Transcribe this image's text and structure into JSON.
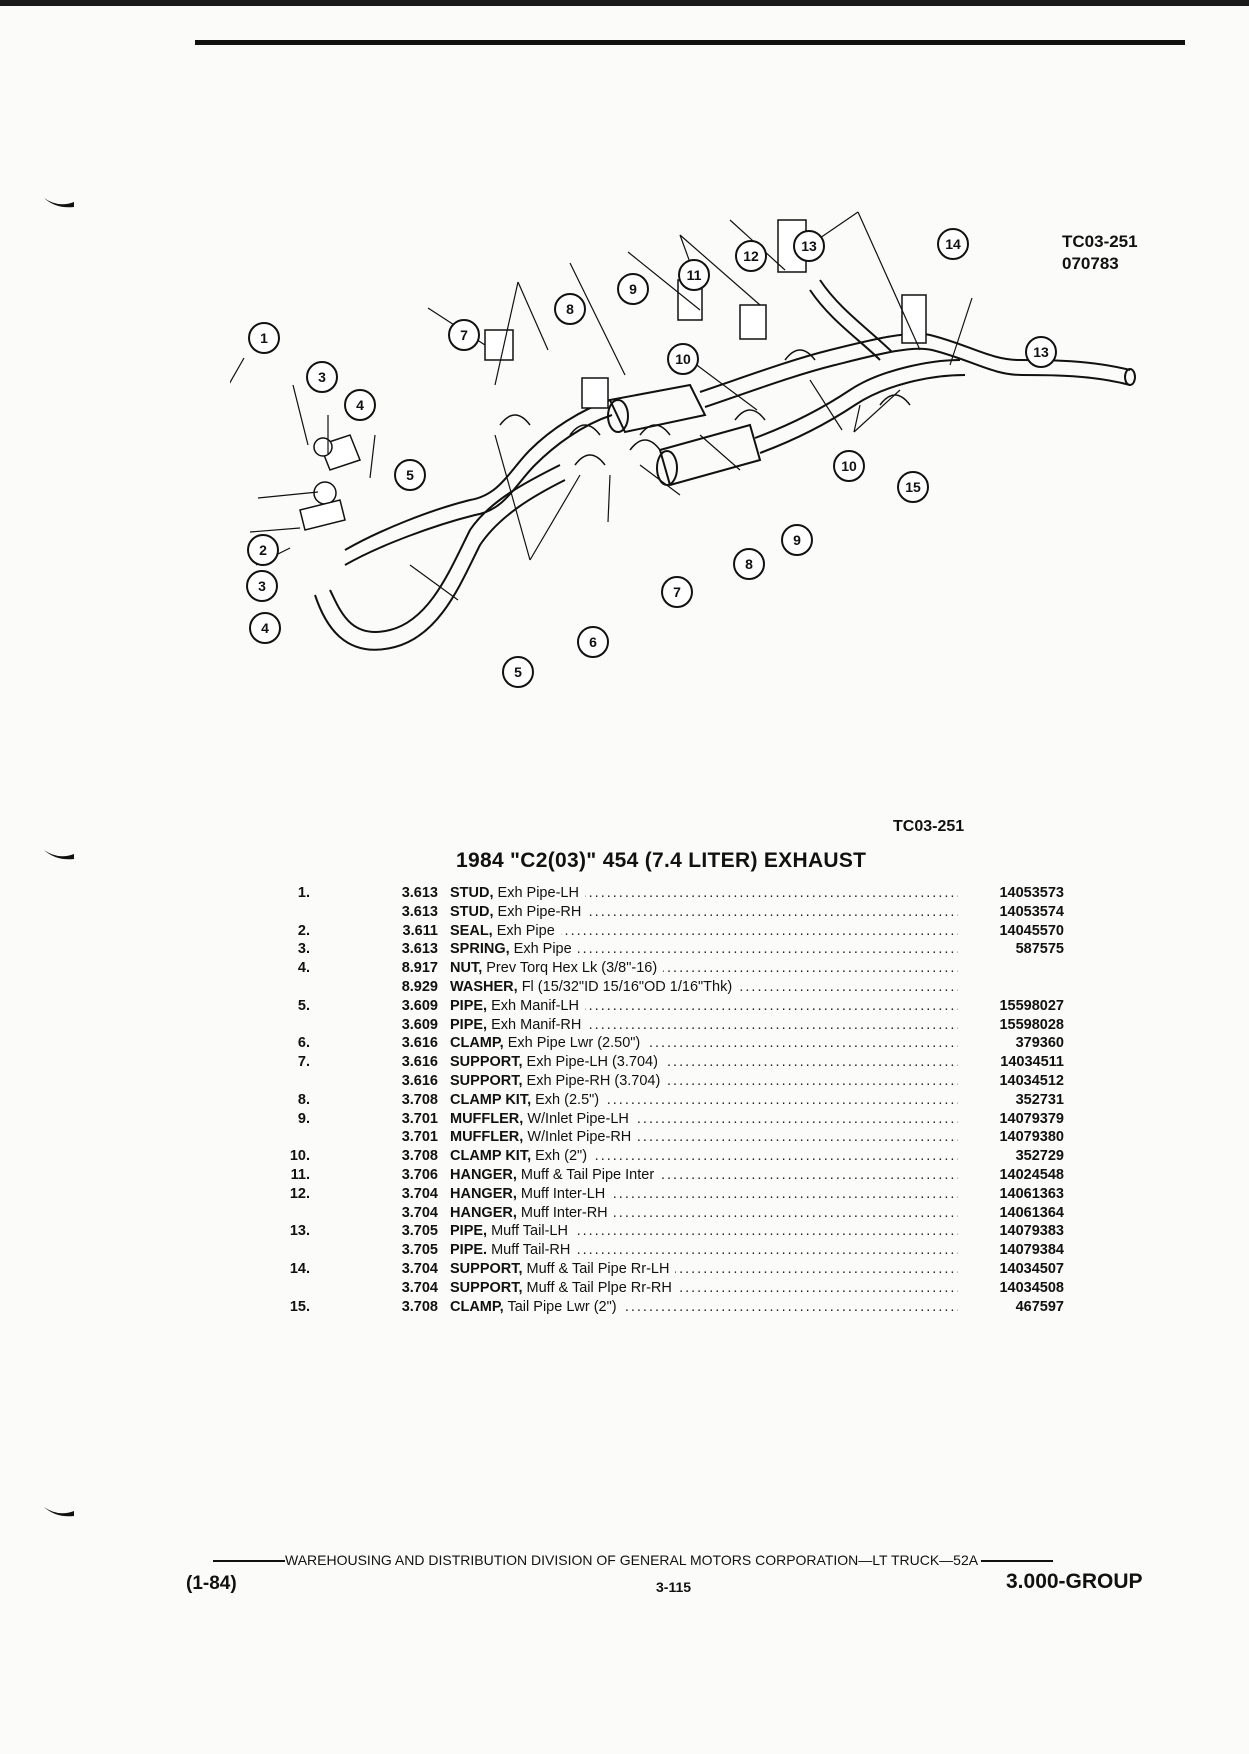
{
  "figure": {
    "code": "TC03-251",
    "date_code": "070783",
    "reference": "TC03-251",
    "callouts": [
      "1",
      "2",
      "3",
      "4",
      "5",
      "6",
      "7",
      "8",
      "9",
      "10",
      "11",
      "12",
      "13",
      "14",
      "15"
    ]
  },
  "title": "1984 \"C2(03)\" 454 (7.4 LITER) EXHAUST",
  "parts": [
    {
      "item": "1.",
      "group": "3.613",
      "name": "STUD,",
      "desc": "Exh Pipe-LH",
      "part": "14053573"
    },
    {
      "item": "",
      "group": "3.613",
      "name": "STUD,",
      "desc": "Exh Pipe-RH",
      "part": "14053574"
    },
    {
      "item": "2.",
      "group": "3.611",
      "name": "SEAL,",
      "desc": "Exh Pipe",
      "part": "14045570"
    },
    {
      "item": "3.",
      "group": "3.613",
      "name": "SPRING,",
      "desc": "Exh Pipe",
      "part": "587575"
    },
    {
      "item": "4.",
      "group": "8.917",
      "name": "NUT,",
      "desc": "Prev Torq Hex Lk (3/8\"-16)",
      "part": ""
    },
    {
      "item": "",
      "group": "8.929",
      "name": "WASHER,",
      "desc": "Fl (15/32\"ID 15/16\"OD 1/16\"Thk)",
      "part": ""
    },
    {
      "item": "5.",
      "group": "3.609",
      "name": "PIPE,",
      "desc": "Exh Manif-LH",
      "part": "15598027"
    },
    {
      "item": "",
      "group": "3.609",
      "name": "PIPE,",
      "desc": "Exh Manif-RH",
      "part": "15598028"
    },
    {
      "item": "6.",
      "group": "3.616",
      "name": "CLAMP,",
      "desc": "Exh Pipe Lwr (2.50\")",
      "part": "379360"
    },
    {
      "item": "7.",
      "group": "3.616",
      "name": "SUPPORT,",
      "desc": "Exh Pipe-LH (3.704)",
      "part": "14034511"
    },
    {
      "item": "",
      "group": "3.616",
      "name": "SUPPORT,",
      "desc": "Exh Pipe-RH (3.704)",
      "part": "14034512"
    },
    {
      "item": "8.",
      "group": "3.708",
      "name": "CLAMP KIT,",
      "desc": "Exh (2.5\")",
      "part": "352731"
    },
    {
      "item": "9.",
      "group": "3.701",
      "name": "MUFFLER,",
      "desc": "W/Inlet Pipe-LH",
      "part": "14079379"
    },
    {
      "item": "",
      "group": "3.701",
      "name": "MUFFLER,",
      "desc": "W/Inlet Pipe-RH",
      "part": "14079380"
    },
    {
      "item": "10.",
      "group": "3.708",
      "name": "CLAMP KIT,",
      "desc": "Exh (2\")",
      "part": "352729"
    },
    {
      "item": "11.",
      "group": "3.706",
      "name": "HANGER,",
      "desc": "Muff & Tail Pipe Inter",
      "part": "14024548"
    },
    {
      "item": "12.",
      "group": "3.704",
      "name": "HANGER,",
      "desc": "Muff Inter-LH",
      "part": "14061363"
    },
    {
      "item": "",
      "group": "3.704",
      "name": "HANGER,",
      "desc": "Muff Inter-RH",
      "part": "14061364"
    },
    {
      "item": "13.",
      "group": "3.705",
      "name": "PIPE,",
      "desc": "Muff Tail-LH",
      "part": "14079383"
    },
    {
      "item": "",
      "group": "3.705",
      "name": "PIPE.",
      "desc": "Muff Tail-RH",
      "part": "14079384"
    },
    {
      "item": "14.",
      "group": "3.704",
      "name": "SUPPORT,",
      "desc": "Muff & Tail Pipe Rr-LH",
      "part": "14034507"
    },
    {
      "item": "",
      "group": "3.704",
      "name": "SUPPORT,",
      "desc": "Muff & Tail Plpe Rr-RH",
      "part": "14034508"
    },
    {
      "item": "15.",
      "group": "3.708",
      "name": "CLAMP,",
      "desc": "Tail Pipe Lwr (2\")",
      "part": "467597"
    }
  ],
  "footer": {
    "division": "WAREHOUSING AND DISTRIBUTION  DIVISION OF GENERAL MOTORS CORPORATION—LT TRUCK—52A",
    "date": "(1-84)",
    "page": "3-115",
    "group": "3.000-GROUP"
  }
}
